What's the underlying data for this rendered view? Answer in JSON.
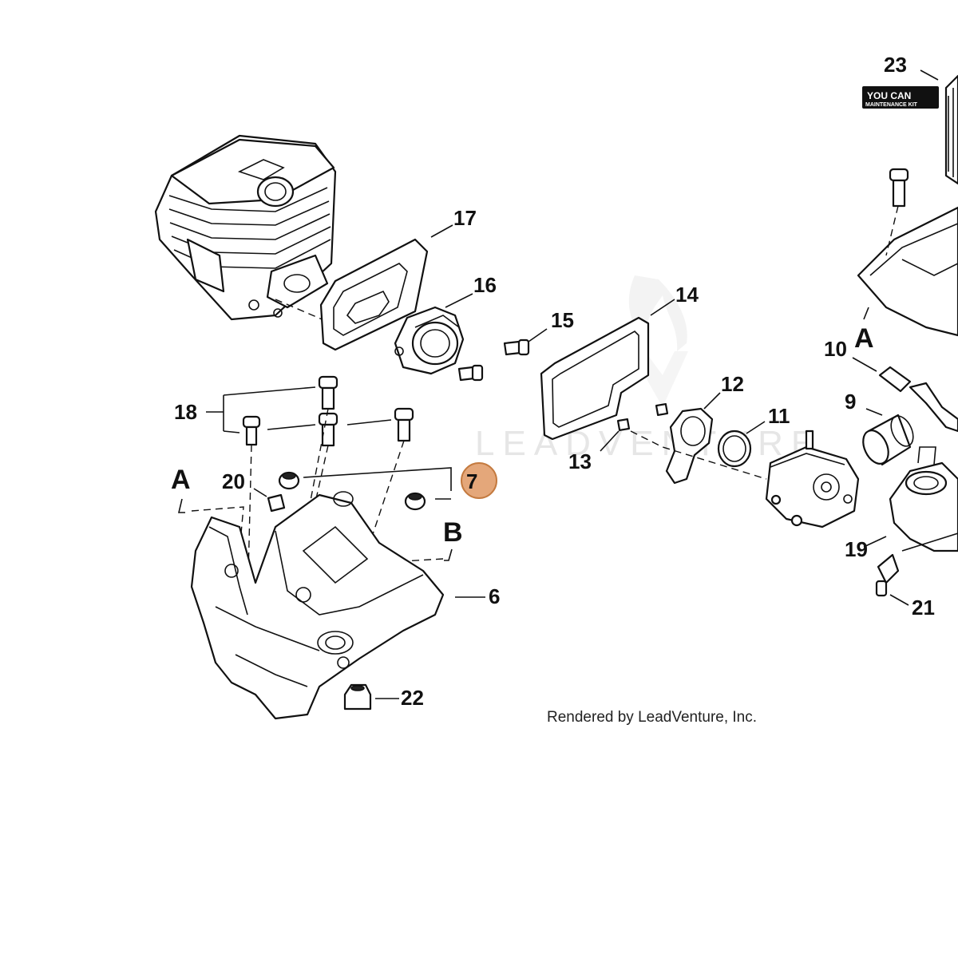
{
  "diagram": {
    "callouts": [
      {
        "id": "23",
        "label": "23"
      },
      {
        "id": "17",
        "label": "17"
      },
      {
        "id": "16",
        "label": "16"
      },
      {
        "id": "15",
        "label": "15"
      },
      {
        "id": "14",
        "label": "14"
      },
      {
        "id": "10",
        "label": "10"
      },
      {
        "id": "12",
        "label": "12"
      },
      {
        "id": "11",
        "label": "11"
      },
      {
        "id": "9",
        "label": "9"
      },
      {
        "id": "18",
        "label": "18"
      },
      {
        "id": "13",
        "label": "13"
      },
      {
        "id": "19",
        "label": "19"
      },
      {
        "id": "20",
        "label": "20",
        "highlighted": true
      },
      {
        "id": "7",
        "label": "7"
      },
      {
        "id": "21",
        "label": "21"
      },
      {
        "id": "6",
        "label": "6"
      },
      {
        "id": "22",
        "label": "22"
      }
    ],
    "reference_marks": {
      "a_left": "A",
      "a_right": "A",
      "b": "B"
    },
    "kit_badge": {
      "line1": "YOU CAN",
      "line2": "MAINTENANCE KIT"
    },
    "watermark": "LEADVENTURE",
    "credit": "Rendered by LeadVenture, Inc.",
    "colors": {
      "highlight_fill": "#E4A77A",
      "highlight_stroke": "#C47A3F",
      "ink": "#111111"
    }
  }
}
